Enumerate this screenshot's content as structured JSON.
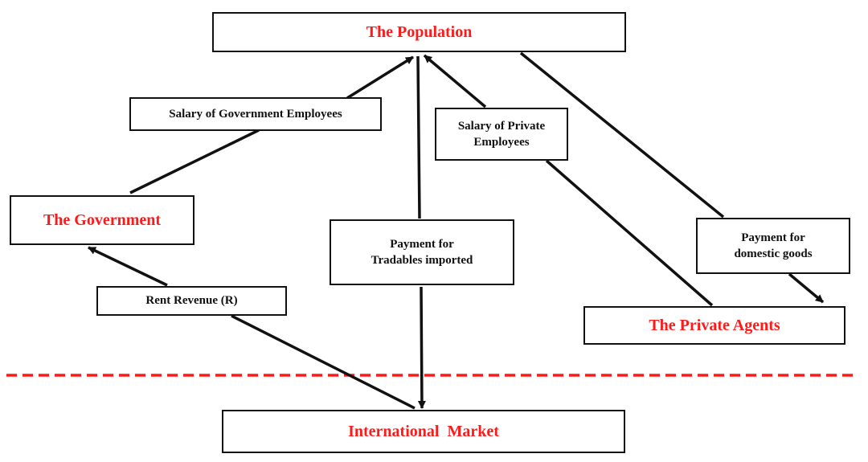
{
  "colors": {
    "entity_text": "#ff1a1a",
    "label_text": "#111111",
    "border": "#111111",
    "arrow": "#111111",
    "divider": "#ff1a1a"
  },
  "entities": {
    "population": "The Population",
    "government": "The Government",
    "private_agents": "The Private Agents",
    "international_market": "International  Market"
  },
  "flows": {
    "salary_government": "Salary of Government Employees",
    "salary_private": {
      "line1": "Salary of Private",
      "line2": "Employees"
    },
    "payment_tradables": {
      "line1": "Payment for",
      "line2": "Tradables imported"
    },
    "payment_domestic": {
      "line1": "Payment for",
      "line2": "domestic goods"
    },
    "rent_revenue": "Rent Revenue (R)"
  }
}
